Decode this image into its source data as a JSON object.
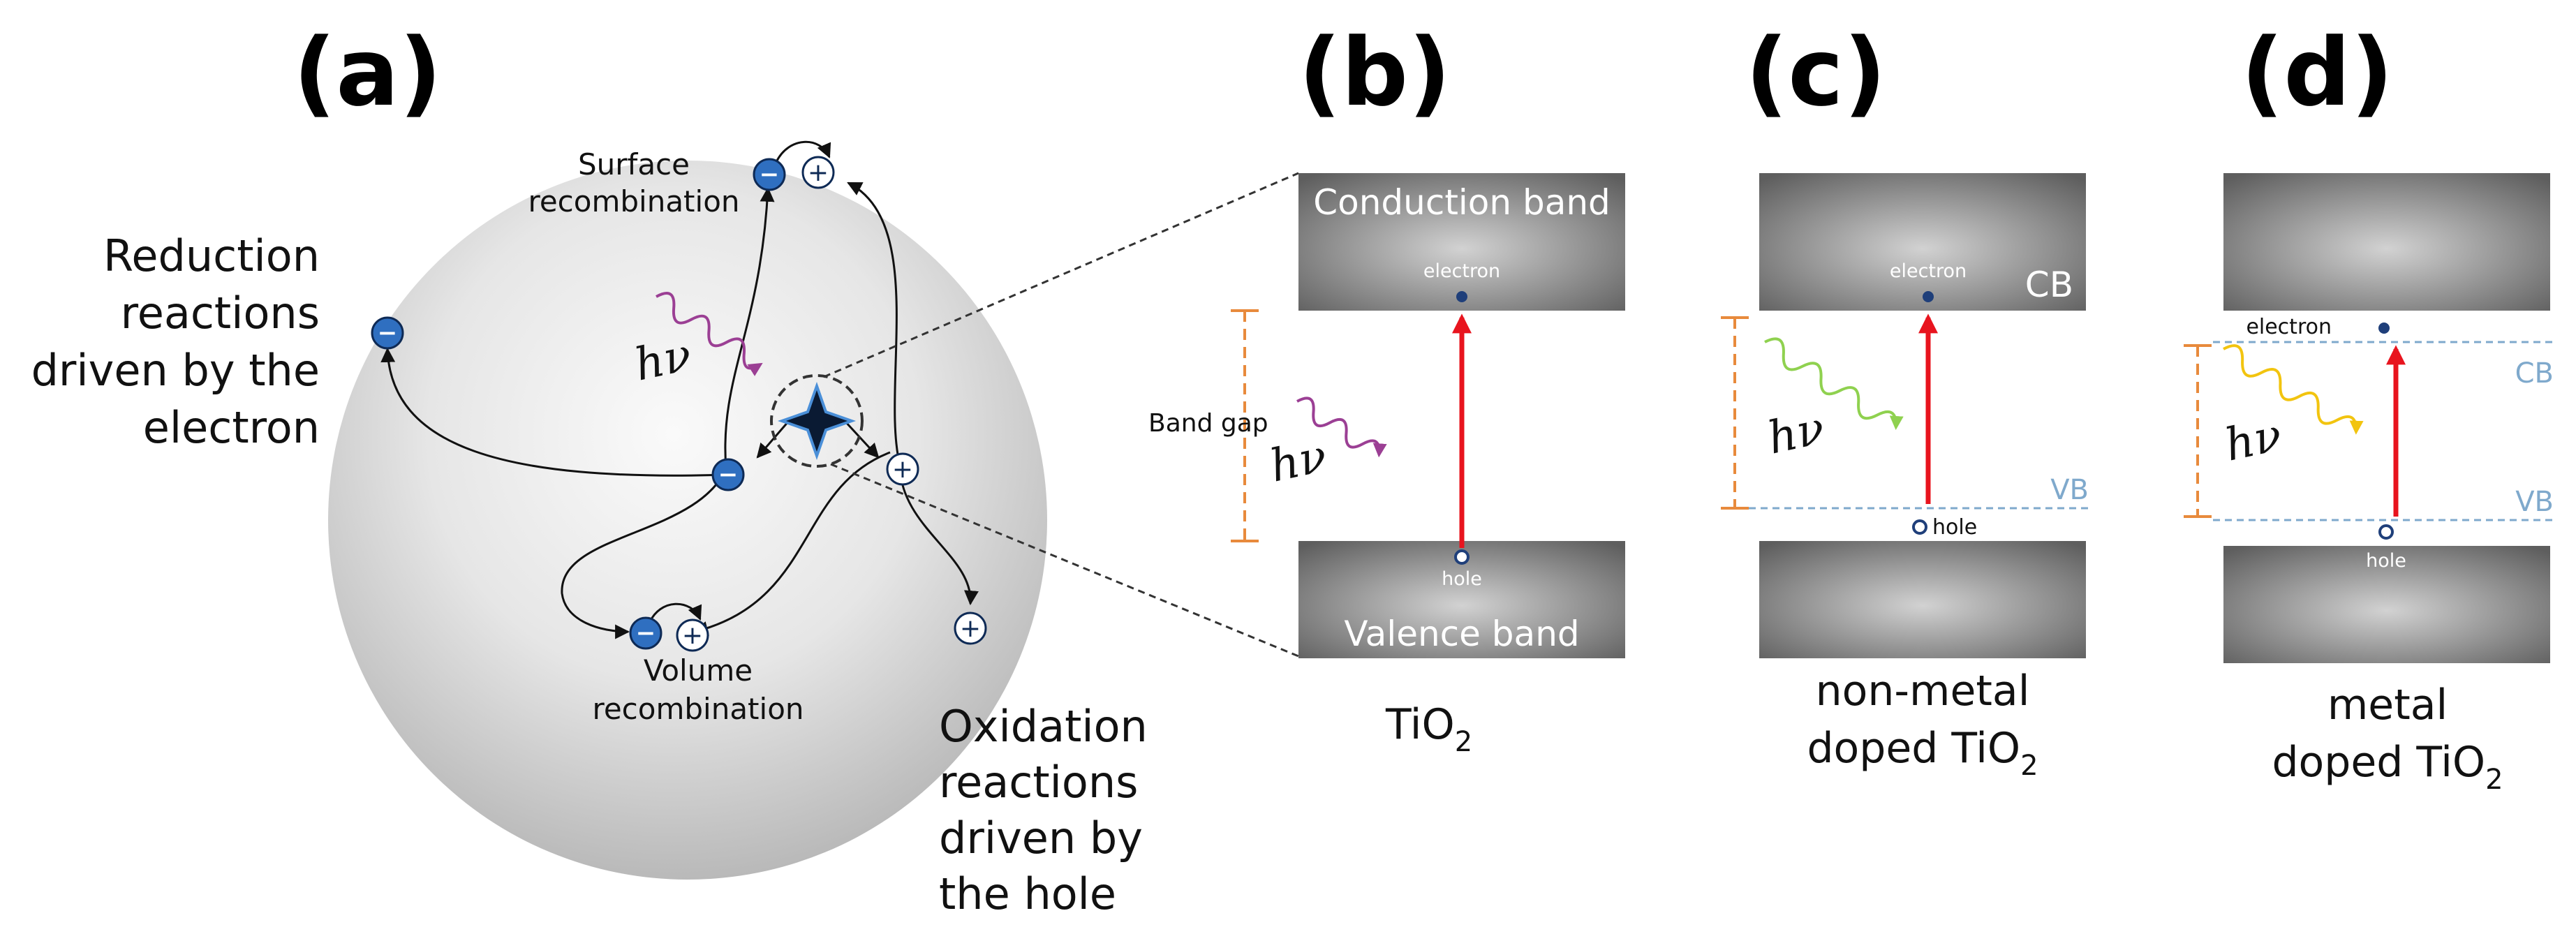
{
  "panels": {
    "a": {
      "label": "(a)",
      "reduction_lines": [
        "Reduction",
        "reactions",
        "driven by the",
        "electron"
      ],
      "oxidation_lines": [
        "Oxidation",
        "reactions",
        "driven by",
        "the hole"
      ],
      "surface_lines": [
        "Surface",
        "recombination"
      ],
      "volume_lines": [
        "Volume",
        "recombination"
      ],
      "hv": "hν",
      "minus": "−",
      "plus": "+"
    },
    "b": {
      "label": "(b)",
      "conduction_band": "Conduction band",
      "valence_band": "Valence band",
      "electron": "electron",
      "hole": "hole",
      "band_gap": "Band gap",
      "hv": "hν",
      "caption_main": "TiO",
      "caption_sub": "2"
    },
    "c": {
      "label": "(c)",
      "electron": "electron",
      "hole": "hole",
      "cb": "CB",
      "vb": "VB",
      "hv": "hν",
      "caption_line1": "non-metal",
      "caption_line2_main": "doped TiO",
      "caption_line2_sub": "2"
    },
    "d": {
      "label": "(d)",
      "electron": "electron",
      "hole": "hole",
      "cb": "CB",
      "vb": "VB",
      "hv": "hν",
      "caption_line1": "metal",
      "caption_line2_main": "doped TiO",
      "caption_line2_sub": "2"
    }
  },
  "colors": {
    "electron_fill": "#2f6fc0",
    "arrow_red": "#e8141e",
    "band_gap_orange": "#e88a3c",
    "photon_purple": "#9b3f94",
    "photon_green": "#8fd14f",
    "photon_yellow": "#f2c40f",
    "edge_blue": "#7fa9cc"
  }
}
